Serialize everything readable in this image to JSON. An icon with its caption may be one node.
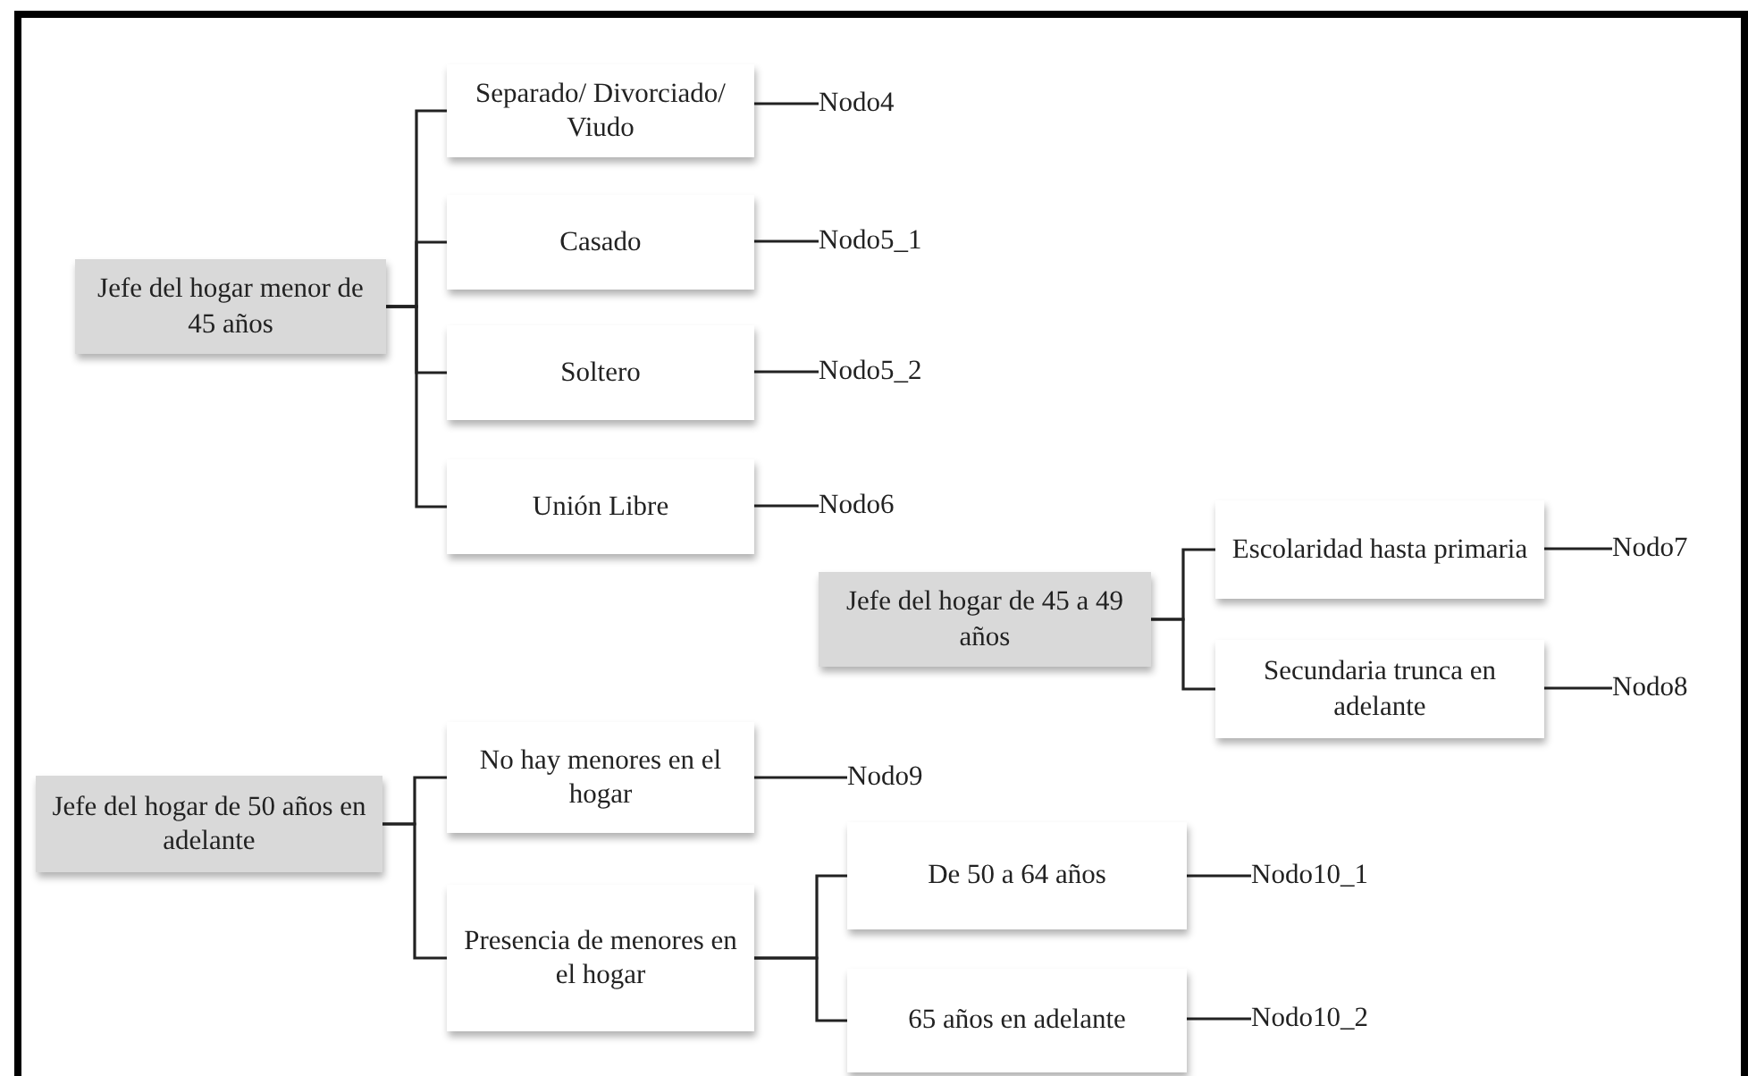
{
  "diagram": {
    "nodes": [
      {
        "text": [
          "Jefe del hogar menor de 45 años"
        ]
      },
      {
        "text": [
          "Separado/ Divorciado/ Viudo"
        ]
      },
      {
        "text": [
          "Casado"
        ]
      },
      {
        "text": [
          "Soltero"
        ]
      },
      {
        "text": [
          "Unión Libre"
        ]
      },
      {
        "text": [
          "Nodo4"
        ]
      },
      {
        "text": [
          "Nodo5_1"
        ]
      },
      {
        "text": [
          "Nodo5_2"
        ]
      },
      {
        "text": [
          "Nodo6"
        ]
      },
      {
        "text": [
          "Jefe del hogar de 45 a 49 años"
        ]
      },
      {
        "text": [
          "Escolaridad hasta primaria"
        ]
      },
      {
        "text": [
          "Secundaria trunca en adelante"
        ]
      },
      {
        "text": [
          "Nodo7"
        ]
      },
      {
        "text": [
          "Nodo8"
        ]
      },
      {
        "text": [
          "Jefe del hogar de 50 años en adelante"
        ]
      },
      {
        "text": [
          "No hay menores en el hogar"
        ]
      },
      {
        "text": [
          "Presencia de menores en el hogar"
        ]
      },
      {
        "text": [
          "Nodo9"
        ]
      },
      {
        "text": [
          "De 50 a 64 años"
        ]
      },
      {
        "text": [
          "65 años en adelante"
        ]
      },
      {
        "text": [
          "Nodo10_1"
        ]
      },
      {
        "text": [
          "Nodo10_2"
        ]
      }
    ],
    "edges": [
      {
        "from": 0,
        "to": 1,
        "arrow": "none"
      },
      {
        "from": 0,
        "to": 2,
        "arrow": "none"
      },
      {
        "from": 0,
        "to": 3,
        "arrow": "none"
      },
      {
        "from": 0,
        "to": 4,
        "arrow": "none"
      },
      {
        "from": 1,
        "to": 5,
        "arrow": "none"
      },
      {
        "from": 2,
        "to": 6,
        "arrow": "none"
      },
      {
        "from": 3,
        "to": 7,
        "arrow": "none"
      },
      {
        "from": 4,
        "to": 8,
        "arrow": "none"
      },
      {
        "from": 9,
        "to": 10,
        "arrow": "none"
      },
      {
        "from": 9,
        "to": 11,
        "arrow": "none"
      },
      {
        "from": 10,
        "to": 12,
        "arrow": "none"
      },
      {
        "from": 11,
        "to": 13,
        "arrow": "none"
      },
      {
        "from": 14,
        "to": 15,
        "arrow": "none"
      },
      {
        "from": 14,
        "to": 16,
        "arrow": "none"
      },
      {
        "from": 15,
        "to": 17,
        "arrow": "none"
      },
      {
        "from": 16,
        "to": 18,
        "arrow": "none"
      },
      {
        "from": 16,
        "to": 19,
        "arrow": "none"
      },
      {
        "from": 18,
        "to": 20,
        "arrow": "none"
      },
      {
        "from": 19,
        "to": 21,
        "arrow": "none"
      }
    ]
  }
}
